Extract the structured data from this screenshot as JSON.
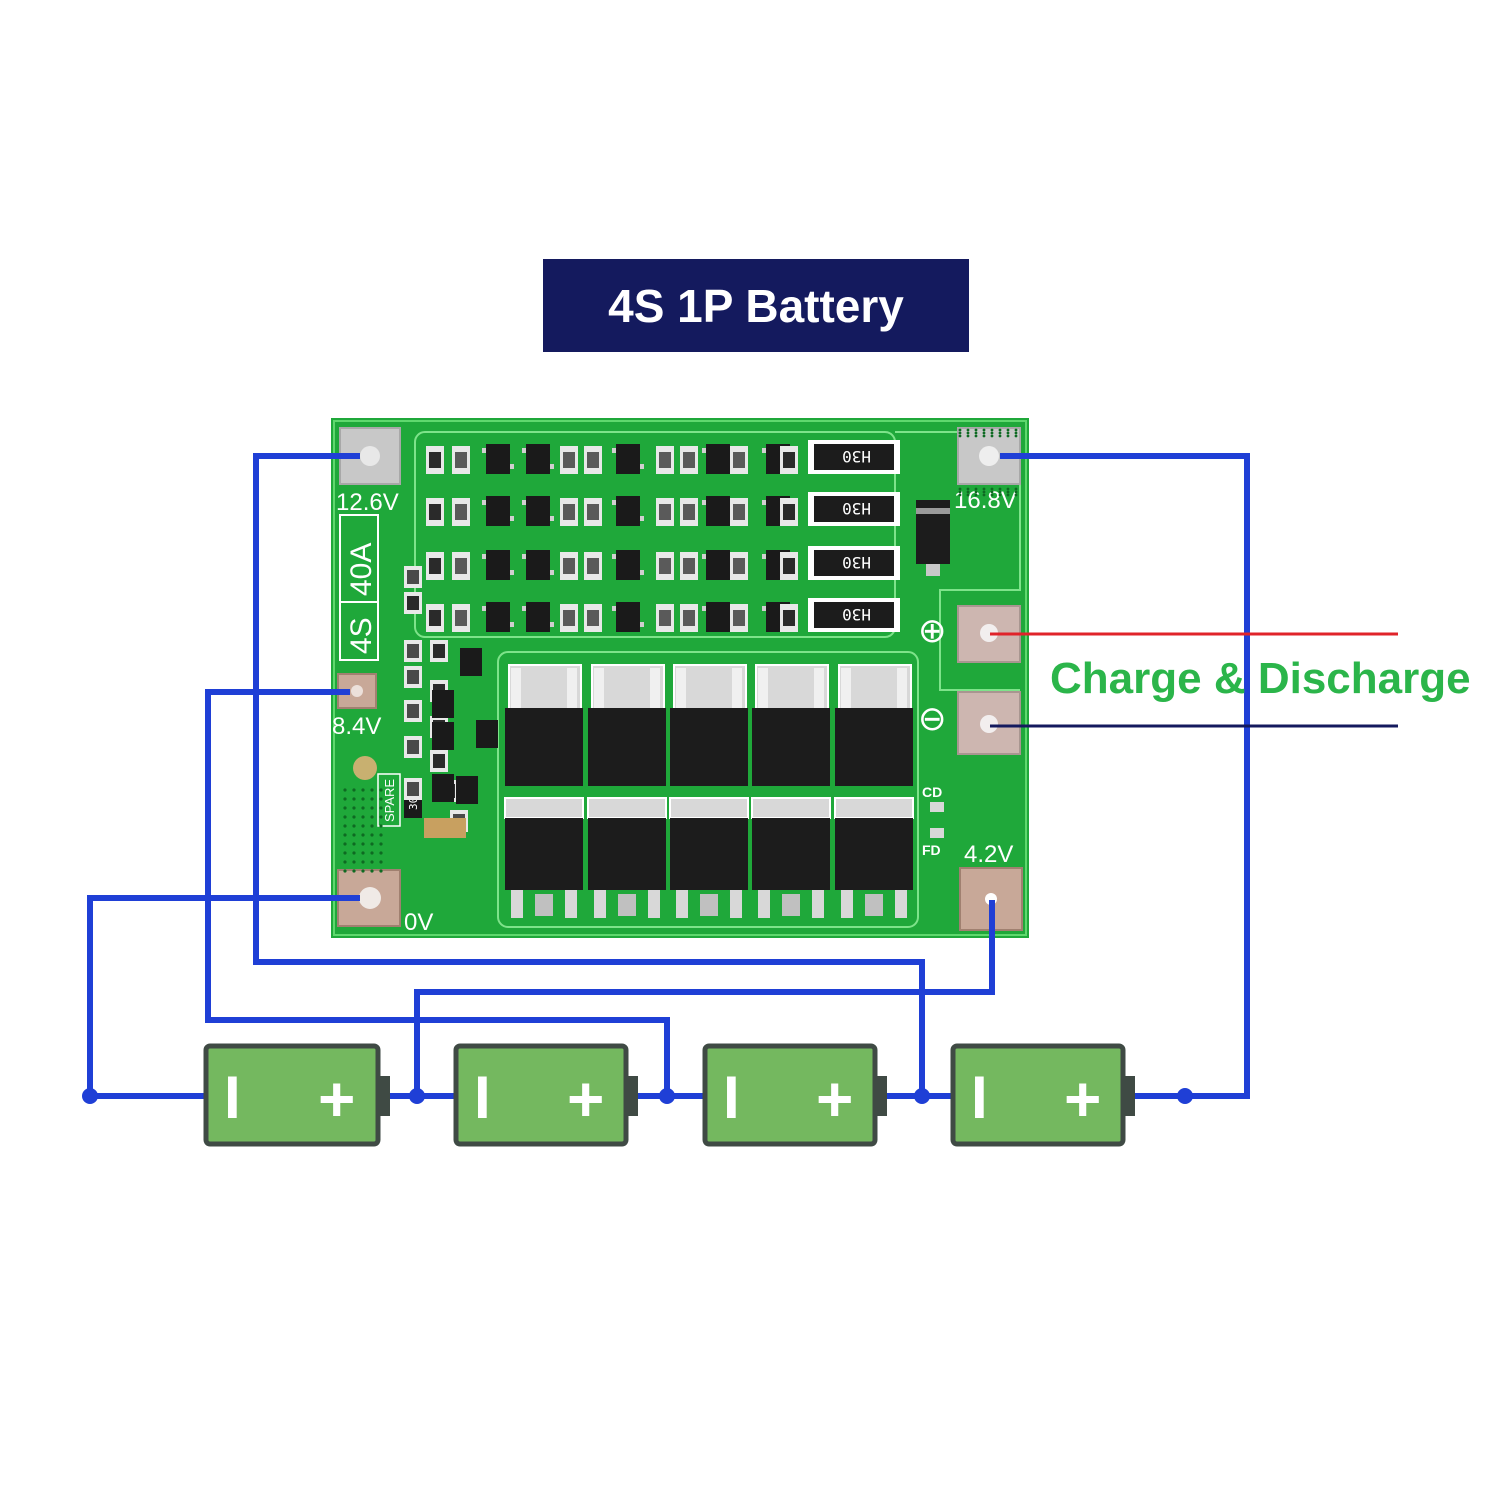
{
  "title": "4S 1P Battery",
  "board": {
    "model_label": "4S",
    "current_label": "40A",
    "component_marking": "H30",
    "spare_label": "SPARE",
    "resistor_marking": "300",
    "cd_label": "CD",
    "fd_label": "FD",
    "plus_symbol": "⊕",
    "minus_symbol": "⊖",
    "pads": {
      "v126": "12.6V",
      "v168": "16.8V",
      "v84": "8.4V",
      "v0": "0V",
      "v42": "4.2V"
    }
  },
  "charge_discharge_label": "Charge & Discharge",
  "batteries": [
    {
      "neg": "I",
      "pos": "+"
    },
    {
      "neg": "I",
      "pos": "+"
    },
    {
      "neg": "I",
      "pos": "+"
    },
    {
      "neg": "I",
      "pos": "+"
    }
  ],
  "colors": {
    "wire": "#1f3fd6",
    "pcb": "#1fa83a",
    "battery_fill": "#74b85f",
    "battery_border": "#3f4a44",
    "positive_wire": "#e0232a",
    "negative_wire": "#141a5e",
    "banner": "#141a5e",
    "label_green": "#2bb54a"
  }
}
